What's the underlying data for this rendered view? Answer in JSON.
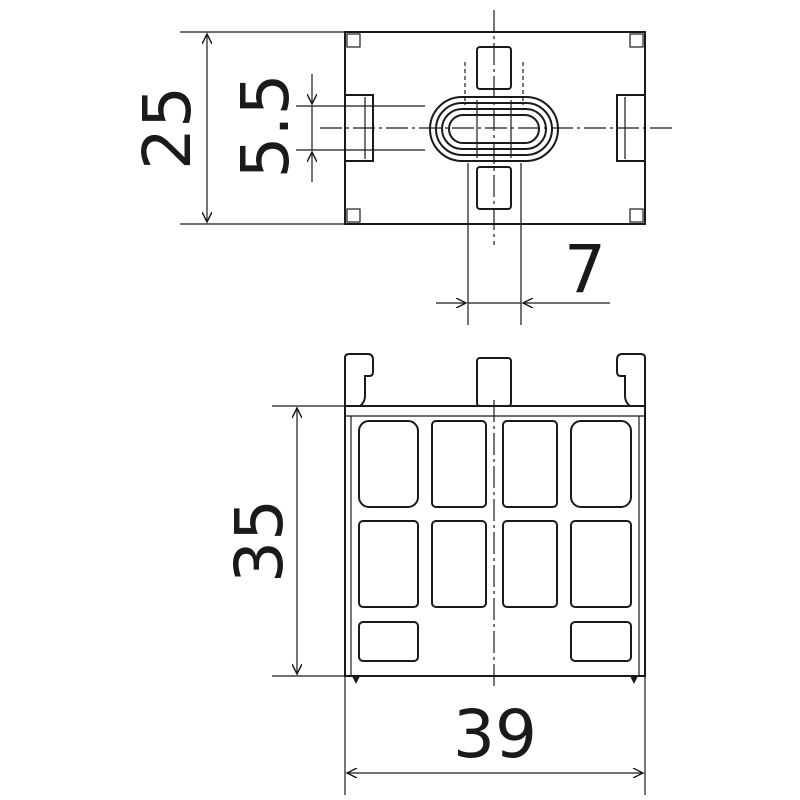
{
  "dimensions": {
    "top_height": "25",
    "slot_height": "5.5",
    "slot_width": "7",
    "front_height": "35",
    "front_width": "39"
  }
}
